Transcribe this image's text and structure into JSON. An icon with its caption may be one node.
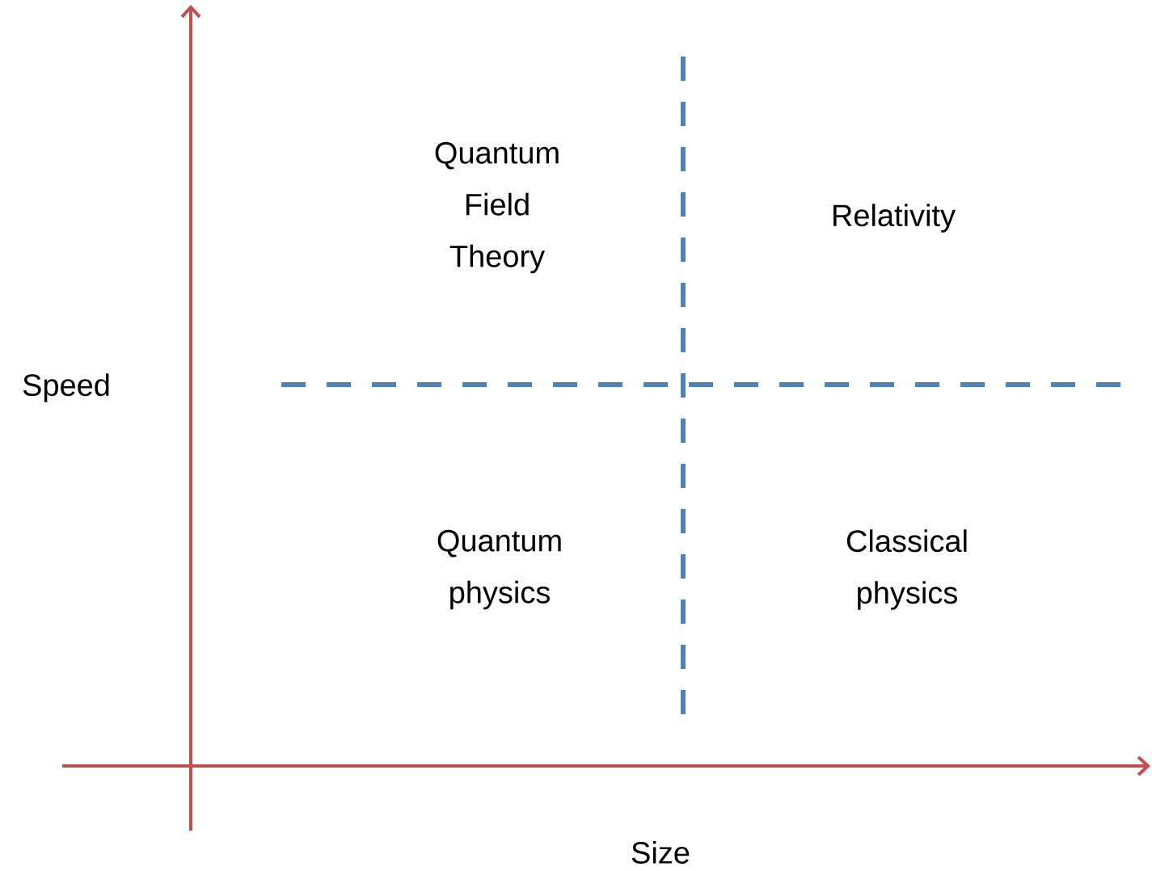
{
  "diagram": {
    "labels": [
      "Quantum Field Theory",
      "Relativity",
      "Speed",
      "Quantum physics",
      "Classical physics",
      "Size"
    ]
  }
}
